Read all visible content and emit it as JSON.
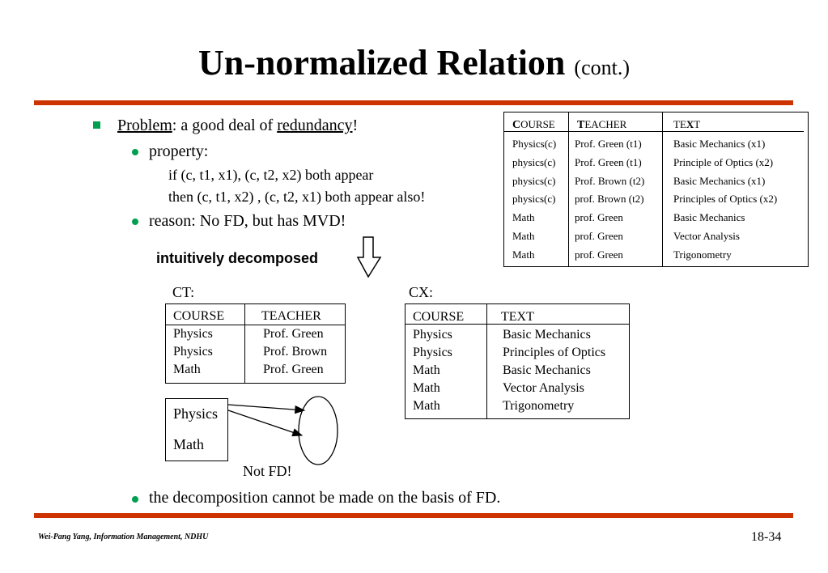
{
  "title": {
    "main": "Un-normalized Relation",
    "cont": "(cont.)"
  },
  "bullets": {
    "problem_word": "Problem",
    "problem_mid": ": a good deal of ",
    "problem_redundancy": "redundancy",
    "problem_end": "!",
    "property": "property:",
    "if_line": "if (c, t1, x1), (c, t2, x2) both appear",
    "then_line": "then (c, t1, x2) , (c, t2, x1) both appear also!",
    "reason": "reason: No FD, but has MVD!",
    "decomp": "the decomposition cannot be made on the basis of FD."
  },
  "intuitively": "intuitively decomposed",
  "ctx_table": {
    "headers": {
      "c_first": "C",
      "c_rest": "OURSE",
      "t_first": "T",
      "t_rest": "EACHER",
      "x_pre": "TE",
      "x_bold": "X",
      "x_post": "T"
    },
    "rows": [
      [
        "Physics(c)",
        "Prof. Green (t1)",
        "Basic Mechanics (x1)"
      ],
      [
        "physics(c)",
        "Prof. Green (t1)",
        "Principle of Optics (x2)"
      ],
      [
        "physics(c)",
        "Prof. Brown (t2)",
        "Basic Mechanics (x1)"
      ],
      [
        "physics(c)",
        "prof. Brown (t2)",
        "Principles of Optics (x2)"
      ],
      [
        "Math",
        "prof. Green",
        "Basic Mechanics"
      ],
      [
        "Math",
        "prof. Green",
        "Vector Analysis"
      ],
      [
        "Math",
        "prof. Green",
        "Trigonometry"
      ]
    ]
  },
  "ct": {
    "label": "CT:",
    "headers": [
      "COURSE",
      "TEACHER"
    ],
    "rows": [
      [
        "Physics",
        "Prof. Green"
      ],
      [
        "Physics",
        "Prof. Brown"
      ],
      [
        "Math",
        "Prof. Green"
      ]
    ]
  },
  "cx": {
    "label": "CX:",
    "headers": [
      "COURSE",
      "TEXT"
    ],
    "rows": [
      [
        "Physics",
        "Basic Mechanics"
      ],
      [
        "Physics",
        "Principles of Optics"
      ],
      [
        "Math",
        "Basic Mechanics"
      ],
      [
        "Math",
        "Vector Analysis"
      ],
      [
        "Math",
        "Trigonometry"
      ]
    ]
  },
  "mapping": {
    "items": [
      "Physics",
      "Math"
    ],
    "not_fd": "Not FD!"
  },
  "footer": {
    "left": "Wei-Pang Yang, Information Management, NDHU",
    "right": "18-34"
  },
  "colors": {
    "rule": "#cc3300",
    "bullet": "#00a050"
  }
}
